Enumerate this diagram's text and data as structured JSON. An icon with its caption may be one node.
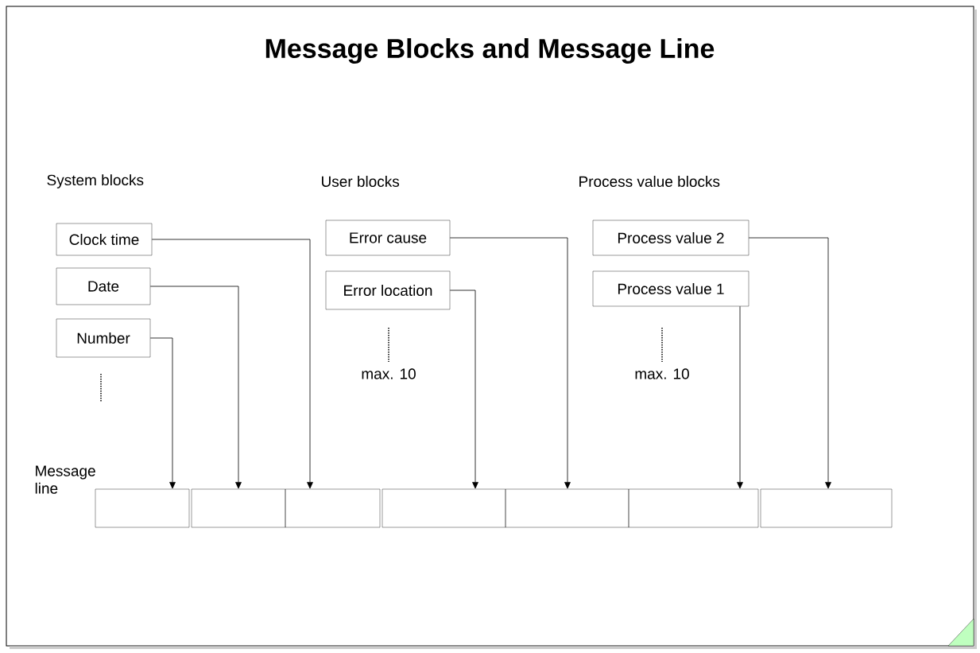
{
  "diagram": {
    "title": "Message Blocks and Message Line",
    "nodes": [
      {
        "text": [
          "Clock time"
        ]
      },
      {
        "text": [
          "Date"
        ]
      },
      {
        "text": [
          "Number"
        ]
      },
      {
        "text": [
          "Error cause"
        ]
      },
      {
        "text": [
          "Error location"
        ]
      },
      {
        "text": [
          "Process value 2"
        ]
      },
      {
        "text": [
          "Process value 1"
        ]
      },
      {
        "text": [],
        "shape": "box"
      },
      {
        "text": [],
        "shape": "box"
      },
      {
        "text": [],
        "shape": "box"
      },
      {
        "text": [],
        "shape": "box"
      },
      {
        "text": [],
        "shape": "box"
      },
      {
        "text": [],
        "shape": "box"
      },
      {
        "text": [],
        "shape": "box"
      }
    ],
    "edges": [
      {
        "from": 2,
        "to": 7,
        "arrow": "to"
      },
      {
        "from": 1,
        "to": 8,
        "arrow": "to"
      },
      {
        "from": 0,
        "to": 9,
        "arrow": "to"
      },
      {
        "from": 4,
        "to": 10,
        "arrow": "to"
      },
      {
        "from": 3,
        "to": 11,
        "arrow": "to"
      },
      {
        "from": 6,
        "to": 12,
        "arrow": "to"
      },
      {
        "from": 5,
        "to": 13,
        "arrow": "to"
      }
    ],
    "labels": [
      "System blocks",
      "User blocks",
      "Process value blocks",
      "max. 10",
      "max. 10",
      "Message line"
    ]
  }
}
